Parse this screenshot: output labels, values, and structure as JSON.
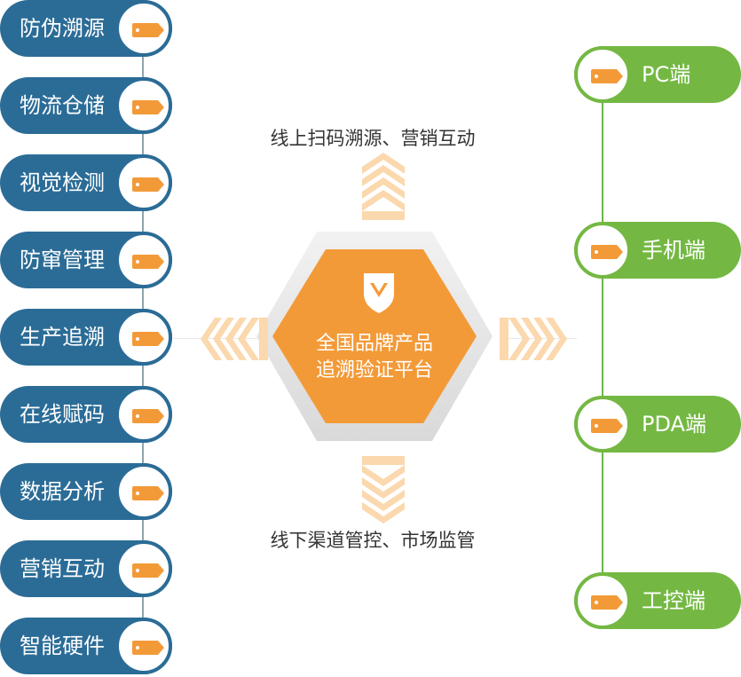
{
  "left_items": [
    {
      "label": "防伪溯源"
    },
    {
      "label": "物流仓储"
    },
    {
      "label": "视觉检测"
    },
    {
      "label": "防窜管理"
    },
    {
      "label": "生产追溯"
    },
    {
      "label": "在线赋码"
    },
    {
      "label": "数据分析"
    },
    {
      "label": "营销互动"
    },
    {
      "label": "智能硬件"
    }
  ],
  "right_items": [
    {
      "label": "PC端"
    },
    {
      "label": "手机端"
    },
    {
      "label": "PDA端"
    },
    {
      "label": "工控端"
    }
  ],
  "center": {
    "line1": "全国品牌产品",
    "line2": "追溯验证平台"
  },
  "top_caption": "线上扫码溯源、营销互动",
  "bottom_caption": "线下渠道管控、市场监管",
  "colors": {
    "left_pill": "#2b6c97",
    "right_pill": "#74b843",
    "accent": "#f39a38",
    "hexagon": "#f39a38",
    "chevron": "#fbd8ad"
  },
  "icons": {
    "tag": "tag-icon",
    "shield": "shield-check-icon"
  }
}
